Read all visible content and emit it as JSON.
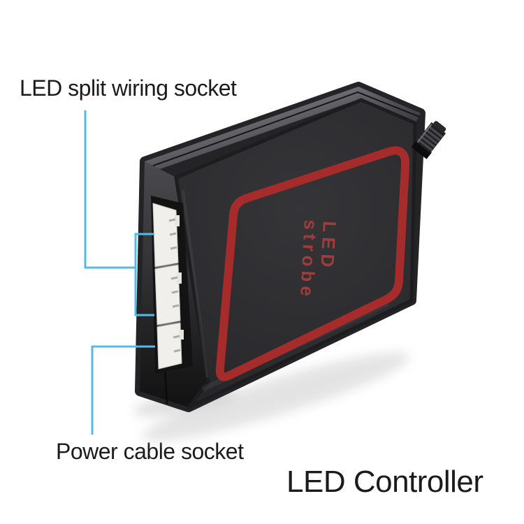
{
  "page": {
    "background_color": "#ffffff"
  },
  "annotations": {
    "top_label": "LED split wiring socket",
    "bottom_label": "Power cable socket",
    "title": "LED Controller",
    "callout_color": "#54bbe8"
  },
  "device": {
    "print_line1": "LED",
    "print_line2": "strobe",
    "print_color": "#a13c3c",
    "stripe_color": "#a62b2b",
    "body_color": "#242427",
    "connector_color": "#f0efeb"
  }
}
